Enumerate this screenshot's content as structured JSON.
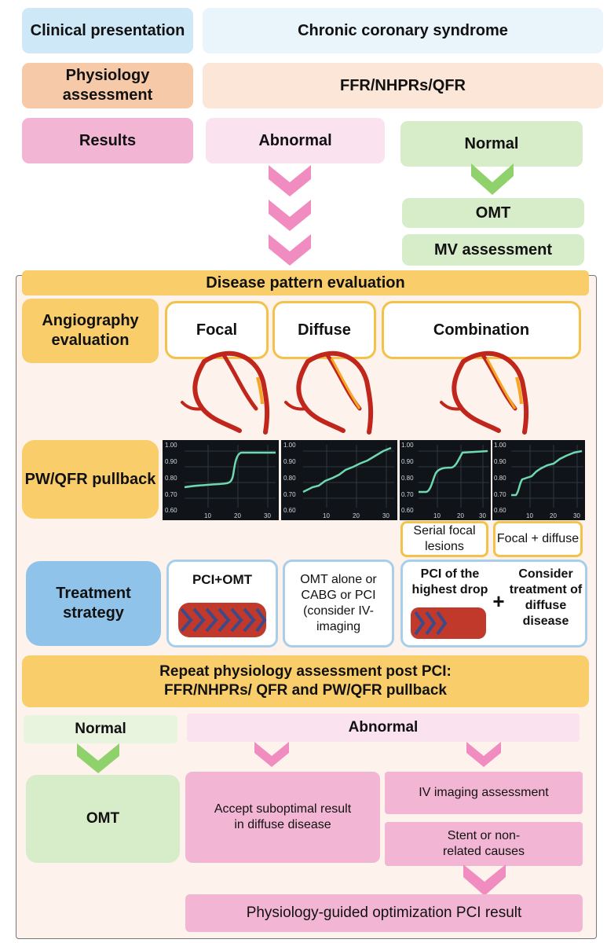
{
  "rows": {
    "clinical_label": "Clinical presentation",
    "clinical_value": "Chronic coronary syndrome",
    "physiology_label": "Physiology assessment",
    "physiology_value": "FFR/NHPRs/QFR",
    "results_label": "Results",
    "abnormal": "Abnormal",
    "normal": "Normal",
    "omt": "OMT",
    "mv": "MV assessment"
  },
  "disease": {
    "title": "Disease pattern evaluation",
    "angio_label": "Angiography evaluation",
    "focal": "Focal",
    "diffuse": "Diffuse",
    "combination": "Combination",
    "pullback_label": "PW/QFR pullback",
    "serial": "Serial focal lesions",
    "focal_diffuse": "Focal + diffuse"
  },
  "charts": {
    "y_ticks": [
      "1.00",
      "0.90",
      "0.80",
      "0.70",
      "0.60"
    ],
    "x_ticks": [
      "10",
      "20",
      "30"
    ]
  },
  "treatment": {
    "label": "Treatment strategy",
    "pci_omt": "PCI+OMT",
    "omt_alone": "OMT alone or CABG or PCI (consider IV-imaging",
    "pci_highest": "PCI of the highest drop",
    "plus": "+",
    "consider": "Consider treatment of diffuse disease"
  },
  "repeat": {
    "line1": "Repeat physiology assessment post PCI:",
    "line2": "FFR/NHPRs/ QFR and PW/QFR pullback"
  },
  "bottom": {
    "normal": "Normal",
    "abnormal": "Abnormal",
    "omt": "OMT",
    "accept": "Accept suboptimal result in diffuse disease",
    "iv": "IV imaging assessment",
    "stent": "Stent or non- related causes",
    "optimization": "Physiology-guided optimization PCI result"
  },
  "colors": {
    "pink_chevron": "#f08cbf",
    "green_chevron": "#8fd16a",
    "curve": "#6ed8b0",
    "artery": "#c0261b"
  }
}
